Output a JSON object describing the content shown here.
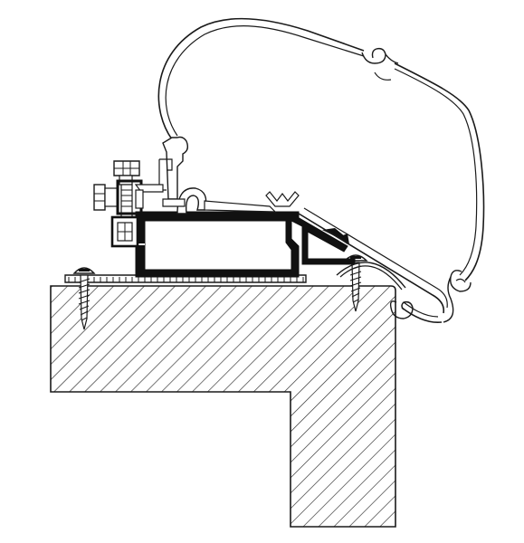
{
  "figure": {
    "kind": "technical cross-section drawing",
    "caption": "",
    "colors": {
      "line": "#1a1a1a",
      "fill": "#ffffff",
      "hatch": "#2a2a2a",
      "solid": "#111111"
    }
  },
  "parts": [
    {
      "id": "roof-wall",
      "icon": "hatched-wall-section"
    },
    {
      "id": "awning-cover",
      "icon": "curved-housing-profile"
    },
    {
      "id": "adapter-rail",
      "icon": "extruded-rail-profile"
    },
    {
      "id": "base-plate",
      "icon": "serrated-base-plate"
    },
    {
      "id": "bolt-nut",
      "icon": "hex-bolt-and-nut"
    },
    {
      "id": "screw-left",
      "icon": "wood-screw"
    },
    {
      "id": "screw-right",
      "icon": "wood-screw"
    },
    {
      "id": "gasket-clip",
      "icon": "clip-profile"
    }
  ]
}
